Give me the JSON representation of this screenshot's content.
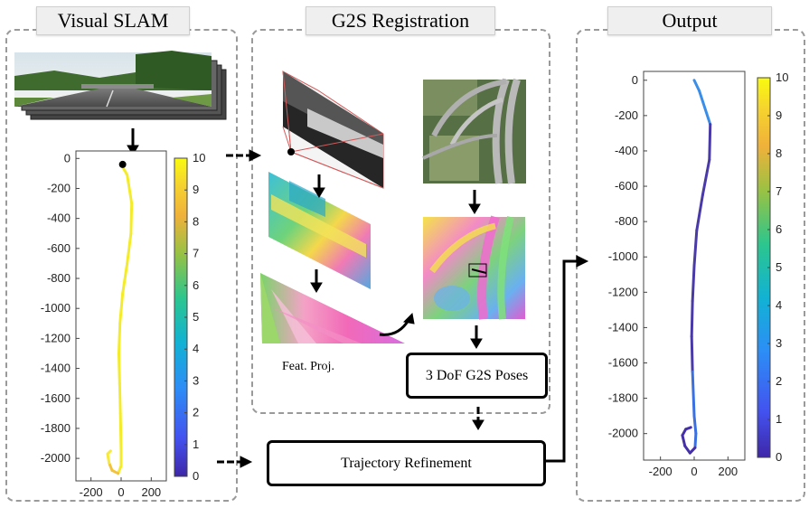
{
  "panels": {
    "visual_slam": "Visual SLAM",
    "g2s_registration": "G2S Registration",
    "output": "Output"
  },
  "labels": {
    "feat_proj": "Feat. Proj.",
    "g2s_poses": "3 DoF G2S Poses",
    "trajectory_refinement": "Trajectory Refinement"
  },
  "chart_data": [
    {
      "type": "line",
      "title": "",
      "xlabel": "",
      "ylabel": "",
      "xlim": [
        -300,
        300
      ],
      "ylim": [
        -2150,
        50
      ],
      "x_ticks": [
        -200,
        0,
        200
      ],
      "y_ticks": [
        0,
        -200,
        -400,
        -600,
        -800,
        -1000,
        -1200,
        -1400,
        -1600,
        -1800,
        -2000
      ],
      "colorbar": {
        "min": 0,
        "max": 10,
        "ticks": [
          0,
          1,
          2,
          3,
          4,
          5,
          6,
          7,
          8,
          9,
          10
        ]
      },
      "trajectory": [
        [
          0,
          -40
        ],
        [
          40,
          -110
        ],
        [
          70,
          -300
        ],
        [
          65,
          -500
        ],
        [
          40,
          -700
        ],
        [
          10,
          -900
        ],
        [
          -8,
          -1100
        ],
        [
          -15,
          -1300
        ],
        [
          -10,
          -1500
        ],
        [
          -5,
          -1700
        ],
        [
          0,
          -1950
        ],
        [
          0,
          -2050
        ],
        [
          -20,
          -2100
        ],
        [
          -60,
          -2080
        ],
        [
          -80,
          -2030
        ],
        [
          -90,
          -1970
        ],
        [
          -70,
          -1950
        ]
      ],
      "start_marker": [
        10,
        -40
      ]
    },
    {
      "type": "line",
      "title": "",
      "xlabel": "",
      "ylabel": "",
      "xlim": [
        -300,
        300
      ],
      "ylim": [
        -2150,
        50
      ],
      "x_ticks": [
        -200,
        0,
        200
      ],
      "y_ticks": [
        0,
        -200,
        -400,
        -600,
        -800,
        -1000,
        -1200,
        -1400,
        -1600,
        -1800,
        -2000
      ],
      "colorbar": {
        "min": 0,
        "max": 10,
        "ticks": [
          0,
          1,
          2,
          3,
          4,
          5,
          6,
          7,
          8,
          9,
          10
        ]
      },
      "trajectory": [
        [
          0,
          0
        ],
        [
          30,
          -60
        ],
        [
          95,
          -250
        ],
        [
          90,
          -450
        ],
        [
          50,
          -650
        ],
        [
          15,
          -850
        ],
        [
          0,
          -1050
        ],
        [
          -10,
          -1250
        ],
        [
          -15,
          -1450
        ],
        [
          -10,
          -1650
        ],
        [
          0,
          -1900
        ],
        [
          10,
          -2000
        ],
        [
          5,
          -2080
        ],
        [
          -25,
          -2110
        ],
        [
          -55,
          -2070
        ],
        [
          -70,
          -2010
        ],
        [
          -50,
          -1975
        ],
        [
          -20,
          -1965
        ]
      ]
    }
  ]
}
